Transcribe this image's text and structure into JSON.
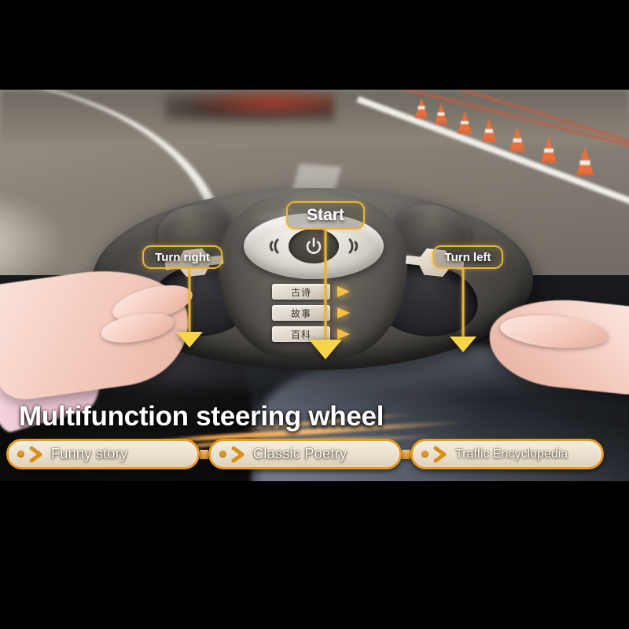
{
  "product": {
    "title": "Multifunction steering wheel"
  },
  "callouts": [
    {
      "id": "start",
      "label": "Start",
      "name": "callout-start",
      "target": "power-button"
    },
    {
      "id": "turn-right",
      "label": "Turn right",
      "name": "callout-turn-right",
      "target": "left-paddle"
    },
    {
      "id": "turn-left",
      "label": "Turn left",
      "name": "callout-turn-left",
      "target": "right-paddle"
    }
  ],
  "wheel_buttons": [
    {
      "label": "古诗",
      "meaning": "Classic Poetry",
      "led": "amber"
    },
    {
      "label": "故事",
      "meaning": "Story",
      "led": "amber"
    },
    {
      "label": "百科",
      "meaning": "Traffic Encyclopedia",
      "led": "amber"
    }
  ],
  "feature_pills": [
    {
      "label": "Funny story",
      "icon": "chevron-right-icon"
    },
    {
      "label": "Classic Poetry",
      "icon": "chevron-right-icon"
    },
    {
      "label": "Traffic Encyclopedia",
      "icon": "chevron-right-icon"
    }
  ],
  "colors": {
    "callout_border": "#e8b33a",
    "arrow_fill": "#f8d547",
    "pill_border": "#e89a22",
    "pill_fill": "#ece2d1",
    "led_amber": "#f7bf46",
    "title_text": "#ffffff",
    "letterbox": "#000000"
  }
}
